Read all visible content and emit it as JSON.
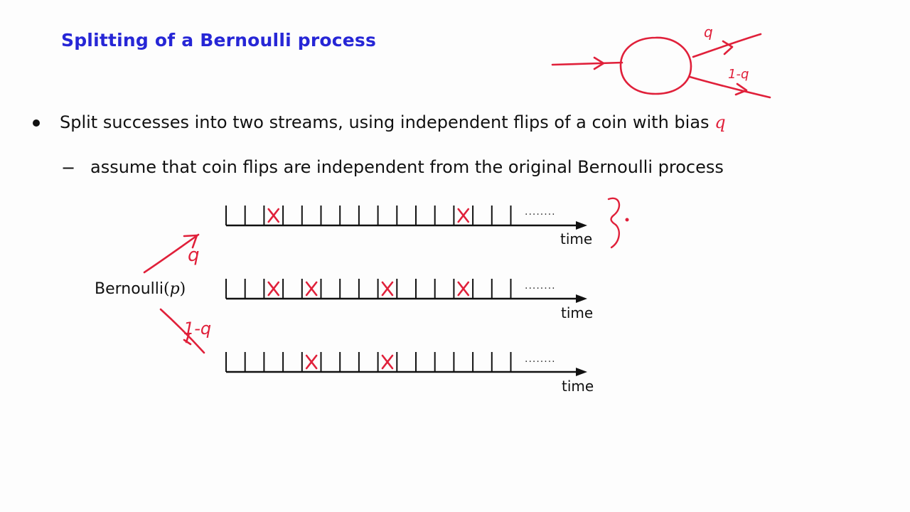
{
  "title": "Splitting of a Bernoulli process",
  "bullet": {
    "text": "Split successes into two streams, using independent flips of a coin with bias",
    "variable": "q"
  },
  "sub_bullet": {
    "dash": "−",
    "text": "assume that coin flips are independent from the original Bernoulli process"
  },
  "bernoulli_label": {
    "name": "Bernoulli",
    "open": "(",
    "param": "p",
    "close": ")"
  },
  "timelines": [
    {
      "id": "top",
      "time_label": "time",
      "dots": "........",
      "ticks": 16,
      "marks": [
        2,
        12
      ]
    },
    {
      "id": "middle",
      "time_label": "time",
      "dots": "........",
      "ticks": 16,
      "marks": [
        2,
        4,
        8,
        12
      ]
    },
    {
      "id": "bottom",
      "time_label": "time",
      "dots": "........",
      "ticks": 16,
      "marks": [
        4,
        8
      ]
    }
  ],
  "annotations": {
    "branch_q": "q",
    "branch_1mq": "1-q",
    "splitter_q": "q",
    "splitter_1mq": "1-q",
    "colors": {
      "ink": "#e0203a",
      "title": "#2626d6"
    }
  }
}
